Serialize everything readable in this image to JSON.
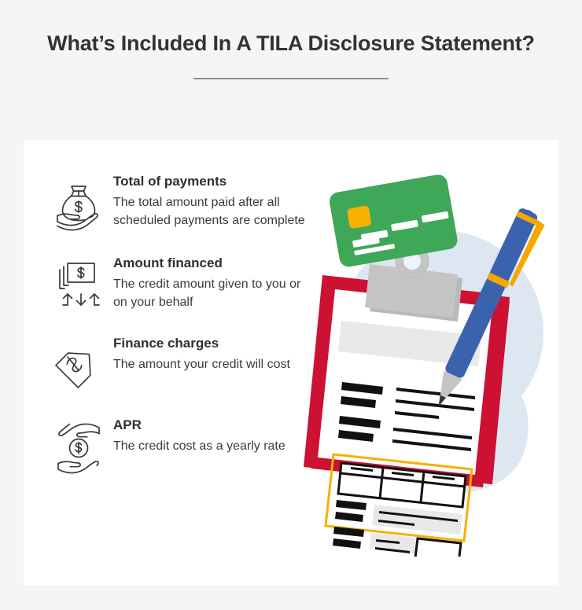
{
  "header": {
    "title": "What’s Included In A TILA Disclosure Statement?",
    "divider": true
  },
  "colors": {
    "page_background": "#f5f5f5",
    "card_background": "#ffffff",
    "heading_text": "#333333",
    "body_text": "#3a3a3a",
    "divider": "#8e8e8e",
    "clipboard_red": "#cc1133",
    "clipboard_red_shadow": "#8c1f35",
    "credit_card_green": "#3fa758",
    "chip_yellow": "#f9b000",
    "pen_blue": "#3b63ad",
    "pen_yellow": "#f5a700",
    "clip_gray": "#c4c4c4",
    "circle_blue": "#dce7f2",
    "table_border_yellow": "#f9b000"
  },
  "list": {
    "items": [
      {
        "icon": "money-bag-in-hand-icon",
        "title": "Total of payments",
        "desc": "The total amount paid after all scheduled payments are complete"
      },
      {
        "icon": "stacked-bills-arrows-icon",
        "title": "Amount financed",
        "desc": "The credit amount given to you or on your behalf"
      },
      {
        "icon": "price-tag-dollar-icon",
        "title": "Finance charges",
        "desc": "The amount your credit will cost"
      },
      {
        "icon": "hands-holding-coin-icon",
        "title": "APR",
        "desc": "The credit cost as a yearly rate"
      }
    ]
  },
  "illustration": {
    "name": "tila-disclosure-illustration",
    "elements": [
      "background-circle",
      "credit-card",
      "clipboard",
      "clipboard-clip",
      "document-paper",
      "document-table",
      "pen"
    ]
  }
}
